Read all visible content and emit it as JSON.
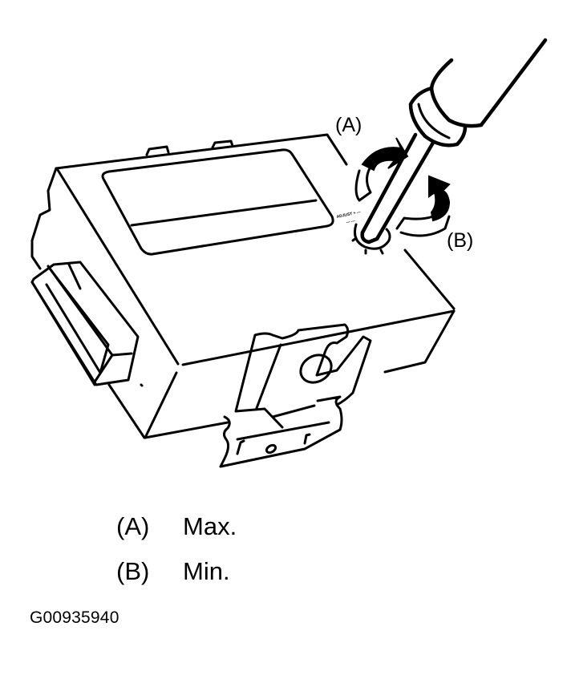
{
  "figure": {
    "subject": "control-module-with-adjustment-screw",
    "tool": "screwdriver",
    "callouts": {
      "a": "(A)",
      "b": "(B)"
    },
    "label_near_screw": "adjustment screw marking (illegible)"
  },
  "legend": [
    {
      "key": "(A)",
      "value": "Max."
    },
    {
      "key": "(B)",
      "value": "Min."
    }
  ],
  "figure_id": "G00935940",
  "colors": {
    "line": "#000000",
    "background": "#ffffff"
  }
}
